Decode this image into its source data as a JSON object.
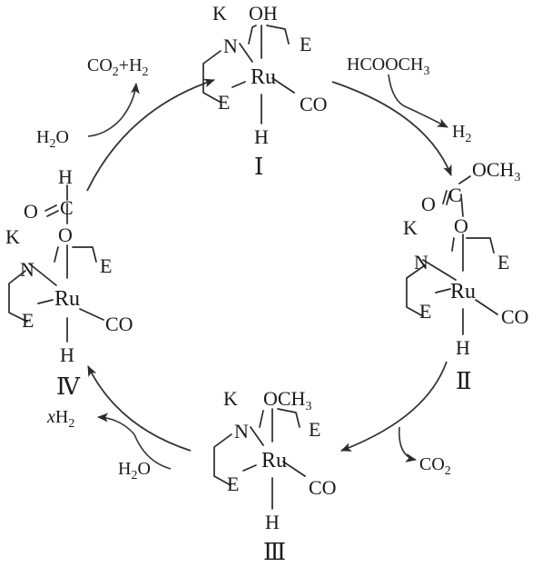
{
  "complexes": [
    {
      "numeral": "Ⅰ",
      "ligand": "OH",
      "metal": "Ru",
      "nitrogen": "N",
      "potassium": "K",
      "arm_top": "E",
      "arm_bottom": "E",
      "carbonyl": "CO",
      "hydride": "H"
    },
    {
      "numeral": "Ⅱ",
      "ligand_top": "OCH",
      "ligand_top_sub": "3",
      "carbonyl_o": "O",
      "ester_c": "C",
      "bridge_o": "O",
      "metal": "Ru",
      "nitrogen": "N",
      "potassium": "K",
      "arm_top": "E",
      "arm_bottom": "E",
      "carbonyl": "CO",
      "hydride": "H"
    },
    {
      "numeral": "Ⅲ",
      "ligand": "OCH",
      "ligand_sub": "3",
      "metal": "Ru",
      "nitrogen": "N",
      "potassium": "K",
      "arm_top": "E",
      "arm_bottom": "E",
      "carbonyl": "CO",
      "hydride": "H"
    },
    {
      "numeral": "Ⅳ",
      "formyl_h": "H",
      "carbonyl_o": "O",
      "formyl_c": "C",
      "bridge_o": "O",
      "metal": "Ru",
      "nitrogen": "N",
      "potassium": "K",
      "arm_top": "E",
      "arm_bottom": "E",
      "carbonyl": "CO",
      "hydride": "H"
    }
  ],
  "reagents": {
    "methyl_formate": {
      "text": "HCOOCH",
      "sub": "3"
    },
    "h2_out": {
      "text": "H",
      "sub": "2"
    },
    "co2_out": {
      "text": "CO",
      "sub": "2"
    },
    "water_in_bottom": {
      "text": "H",
      "sub": "2",
      "tail": "O"
    },
    "xh2_out": {
      "prefix": "x",
      "text": "H",
      "sub": "2"
    },
    "water_in_top": {
      "text": "H",
      "sub": "2",
      "tail": "O"
    },
    "products_top": {
      "part1": "CO",
      "sub1": "2",
      "plus": "+H",
      "sub2": "2"
    }
  }
}
